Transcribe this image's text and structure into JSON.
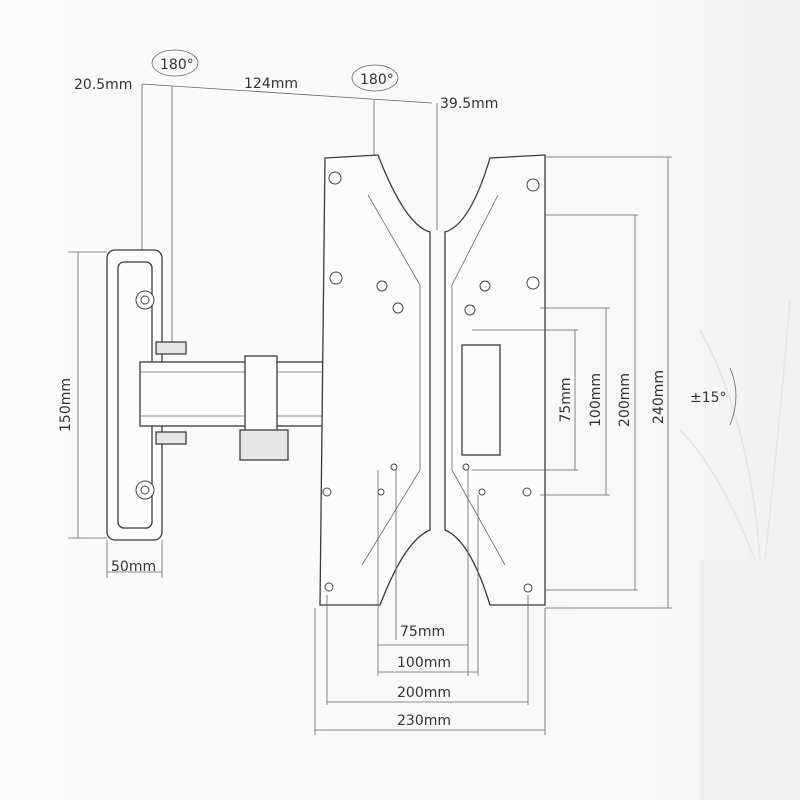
{
  "rotation_labels": {
    "arm_wall": "180°",
    "arm_plate": "180°",
    "tilt": "±15°"
  },
  "top_dimensions": {
    "left_offset": "20.5mm",
    "arm_length": "124mm",
    "right_offset": "39.5mm"
  },
  "wall_plate": {
    "height": "150mm",
    "width": "50mm"
  },
  "vertical_vesa": [
    "75mm",
    "100mm",
    "200mm",
    "240mm"
  ],
  "horizontal_vesa": [
    "75mm",
    "100mm",
    "200mm",
    "230mm"
  ]
}
